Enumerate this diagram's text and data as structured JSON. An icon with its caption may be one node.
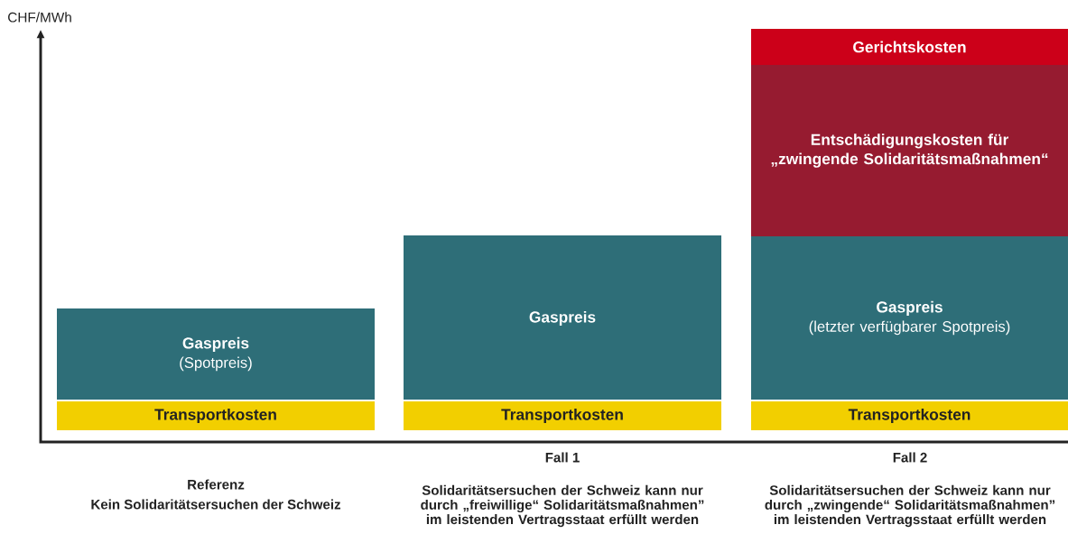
{
  "diagram": {
    "nodes": [
      {
        "text": [
          "Gaspreis",
          "(Spotpreis)"
        ]
      },
      {
        "text": [
          "Transportkosten"
        ]
      },
      {
        "text": [
          "Gaspreis"
        ]
      },
      {
        "text": [
          "Transportkosten"
        ]
      },
      {
        "text": [
          "Gerichtskosten"
        ]
      },
      {
        "text": [
          "Entschädigungskosten für „zwingende Solidaritätsmaßnahmen“"
        ]
      },
      {
        "text": [
          "Gaspreis",
          "(letzter verfügbarer Spotpreis)"
        ]
      },
      {
        "text": [
          "Transportkosten"
        ]
      }
    ],
    "labels": [
      "CHF/MWh",
      "Referenz",
      "Kein Solidaritätsersuchen der Schweiz",
      "Fall 1",
      "Solidaritätsersuchen der Schweiz kann nur durch „freiwillige“ Solidaritätsmaßnahmen” im leistenden Vertragsstaat erfüllt werden",
      "Fall 2",
      "Solidaritätsersuchen der Schweiz kann nur durch „zwingende“ Solidaritätsmaßnahmen” im leistenden Vertragsstaat erfüllt werden"
    ]
  }
}
